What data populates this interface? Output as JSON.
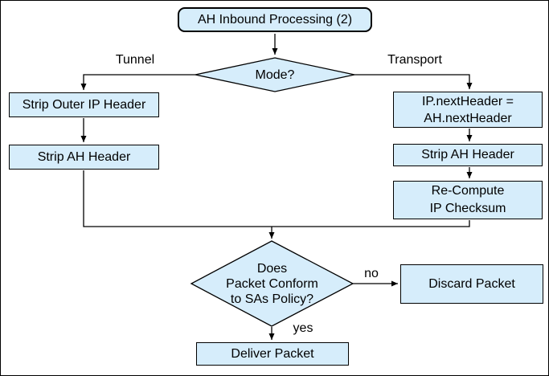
{
  "diagram": {
    "title": "AH Inbound Processing (2)",
    "colors": {
      "node_fill": "#d6edfb",
      "node_border": "#000000",
      "line": "#000000",
      "background": "#ffffff",
      "text": "#000000"
    },
    "nodes": {
      "start": {
        "label": "AH Inbound Processing (2)",
        "shape": "rounded-rect"
      },
      "mode_decision": {
        "label": "Mode?",
        "shape": "diamond"
      },
      "strip_outer_ip": {
        "label": "Strip Outer IP Header",
        "shape": "rect"
      },
      "strip_ah_left": {
        "label": "Strip AH Header",
        "shape": "rect"
      },
      "ip_next_header": {
        "label": "IP.nextHeader =\nAH.nextHeader",
        "shape": "rect"
      },
      "strip_ah_right": {
        "label": "Strip AH Header",
        "shape": "rect"
      },
      "recompute_checksum": {
        "label": "Re-Compute\nIP Checksum",
        "shape": "rect"
      },
      "policy_decision": {
        "label": "Does\nPacket Conform\nto SAs Policy?",
        "shape": "diamond"
      },
      "discard_packet": {
        "label": "Discard Packet",
        "shape": "rect"
      },
      "deliver_packet": {
        "label": "Deliver Packet",
        "shape": "rect"
      }
    },
    "edge_labels": {
      "tunnel": "Tunnel",
      "transport": "Transport",
      "no": "no",
      "yes": "yes"
    },
    "edges": [
      "start -> mode_decision",
      "mode_decision -(Tunnel)-> strip_outer_ip",
      "strip_outer_ip -> strip_ah_left",
      "mode_decision -(Transport)-> ip_next_header",
      "ip_next_header -> strip_ah_right",
      "strip_ah_right -> recompute_checksum",
      "strip_ah_left -> policy_decision",
      "recompute_checksum -> policy_decision",
      "policy_decision -(no)-> discard_packet",
      "policy_decision -(yes)-> deliver_packet"
    ]
  }
}
